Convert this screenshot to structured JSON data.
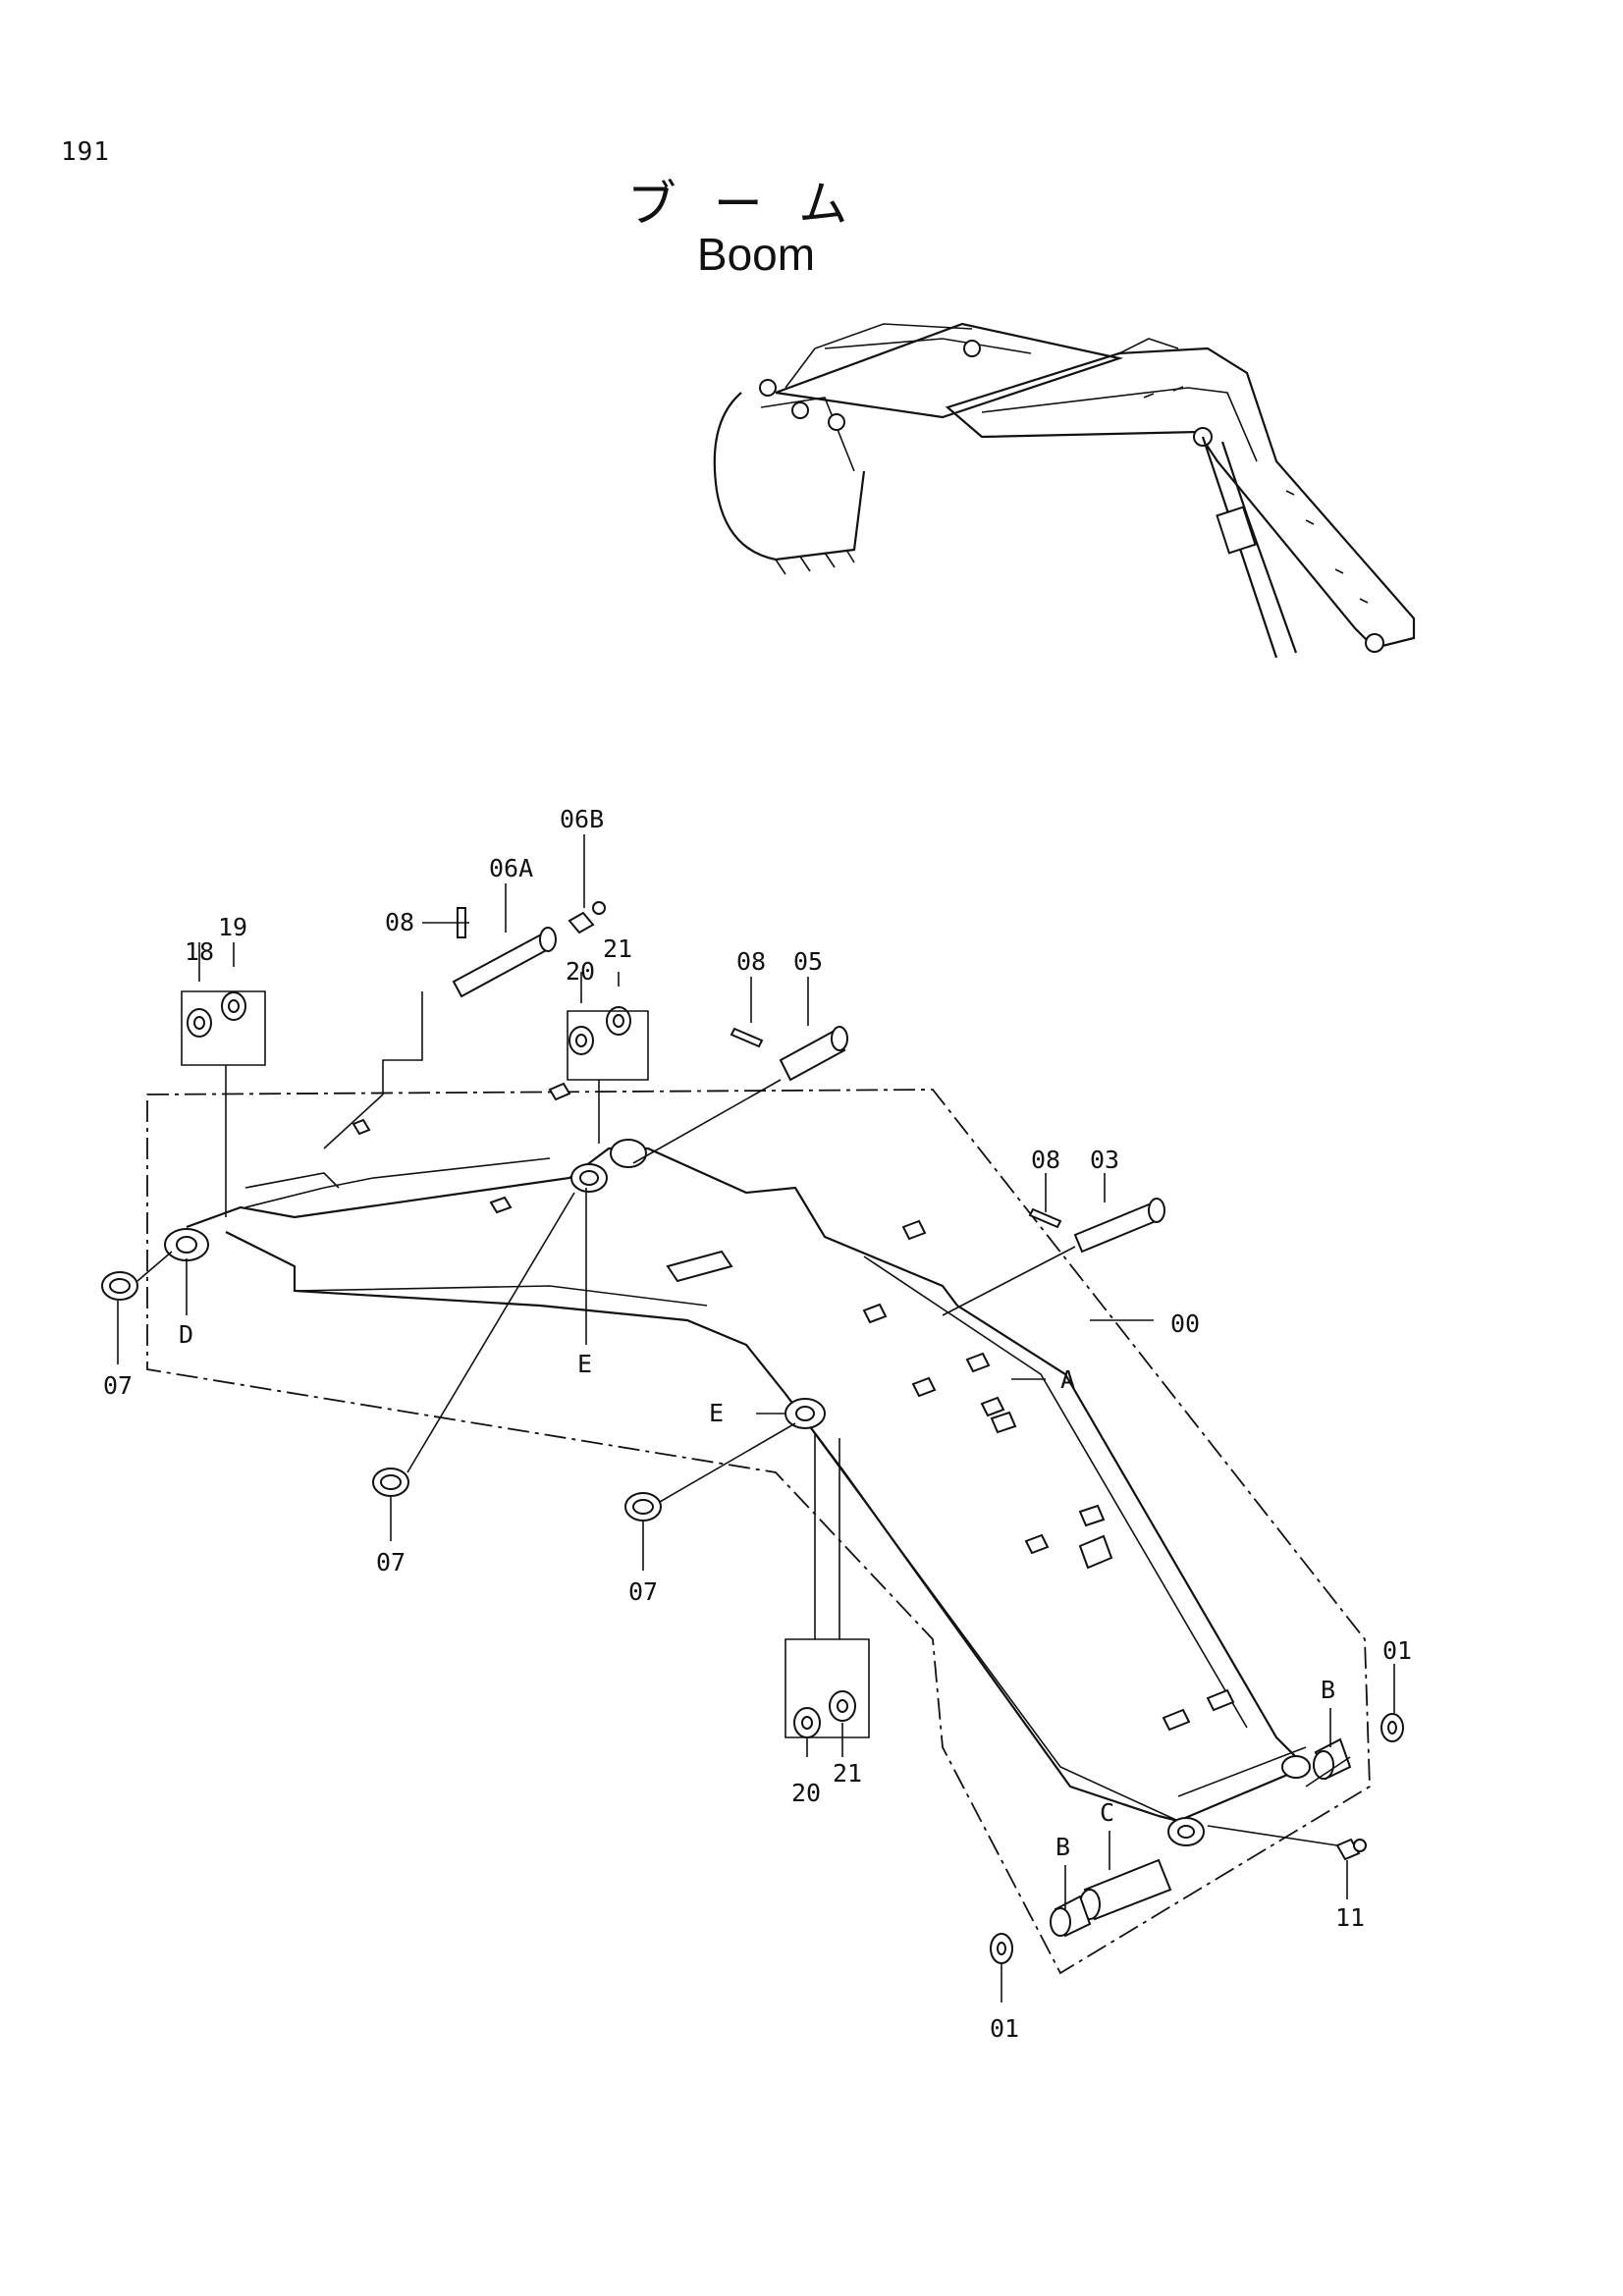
{
  "page_number": "191",
  "title_jp": "ブーム",
  "title_en": "Boom",
  "callouts": {
    "c00": "00",
    "c01a": "01",
    "c01b": "01",
    "c03": "03",
    "c05": "05",
    "c06a": "06A",
    "c06b": "06B",
    "c07a": "07",
    "c07b": "07",
    "c07c": "07",
    "c08a": "08",
    "c08b": "08",
    "c08c": "08",
    "c11": "11",
    "c18": "18",
    "c19": "19",
    "c20a": "20",
    "c21a": "21",
    "c20b": "20",
    "c21b": "21",
    "cA": "A",
    "cBa": "B",
    "cBb": "B",
    "cC": "C",
    "cD": "D",
    "cEa": "E",
    "cEb": "E"
  }
}
